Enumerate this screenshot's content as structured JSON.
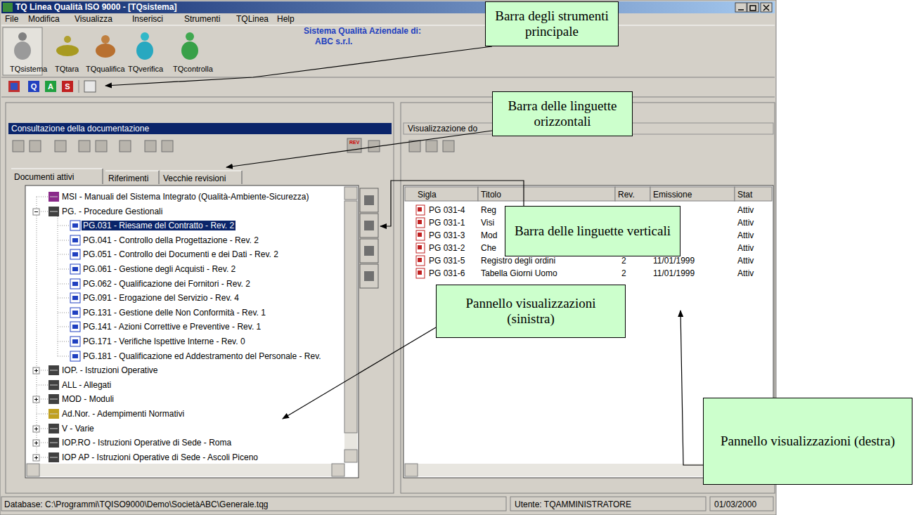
{
  "diagram": {
    "nodes": [
      {
        "text": [
          "Barra degli strumenti principale"
        ]
      },
      {
        "text": [
          "Barra delle linguette orizzontali"
        ]
      },
      {
        "text": [
          "Barra delle linguette verticali"
        ]
      },
      {
        "text": [
          "Pannello visualizzazioni (sinistra)"
        ]
      },
      {
        "text": [
          "Pannello visualizzazioni (destra)"
        ]
      }
    ],
    "labels": [
      "TQ Linea Qualità ISO 9000 - [TQsistema]",
      "File",
      "Modifica",
      "Visualizza",
      "Inserisci",
      "Strumenti",
      "TQLinea",
      "Help",
      "TQsistema",
      "TQtara",
      "TQqualifica",
      "TQverifica",
      "TQcontrolla",
      "Sistema Qualità Aziendale di:",
      "ABC s.r.l.",
      "Q",
      "A",
      "S",
      "Consultazione della documentazione",
      "REV",
      "Documenti attivi",
      "Riferimenti",
      "Vecchie revisioni",
      "MSI - Manuali del Sistema Integrato (Qualità-Ambiente-Sicurezza)",
      "PG. - Procedure Gestionali",
      "PG.031 - Riesame del Contratto - Rev. 2",
      "PG.041 - Controllo della Progettazione - Rev. 2",
      "PG.051 - Controllo dei Documenti e dei Dati - Rev. 2",
      "PG.061 - Gestione degli Acquisti - Rev. 2",
      "PG.062 - Qualificazione dei Fornitori - Rev. 2",
      "PG.091 - Erogazione del Servizio - Rev. 4",
      "PG.131 - Gestione delle Non Conformità - Rev. 1",
      "PG.141 - Azioni Correttive e Preventive - Rev. 1",
      "PG.171 - Verifiche Ispettive Interne - Rev. 0",
      "PG.181 - Qualificazione ed Addestramento del Personale - Rev.",
      "IOP. - Istruzioni Operative",
      "ALL - Allegati",
      "MOD - Moduli",
      "Ad.Nor. - Adempimenti Normativi",
      "V - Varie",
      "IOP.RO - Istruzioni Operative di Sede - Roma",
      "IOP AP - Istruzioni Operative di Sede - Ascoli Piceno",
      "Visualizzazione do",
      "Sigla",
      "Titolo",
      "Rev.",
      "Emissione",
      "Stat",
      "PG 031-4",
      "Reg",
      "Attiv",
      "PG 031-1",
      "Visi",
      "Attiv",
      "PG 031-3",
      "Mod",
      "Attiv",
      "PG 031-2",
      "Che",
      "Attiv",
      "PG 031-5",
      "Registro degli ordini",
      "2",
      "11/01/1999",
      "Attiv",
      "PG 031-6",
      "Tabella Giorni Uomo",
      "2",
      "11/01/1999",
      "Attiv",
      "Database: C:\\Programmi\\TQISO9000\\Demo\\SocietàABC\\Generale.tqg",
      "Utente: TQAMMINISTRATORE",
      "01/03/2000"
    ]
  }
}
